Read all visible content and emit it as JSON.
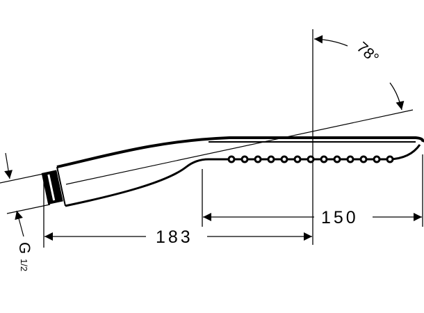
{
  "drawing": {
    "angle_label": "78°",
    "dimension_overall": "183",
    "dimension_head": "150",
    "thread_label": "G",
    "thread_size": "1/2",
    "line_color": "#000000",
    "background": "#ffffff"
  }
}
